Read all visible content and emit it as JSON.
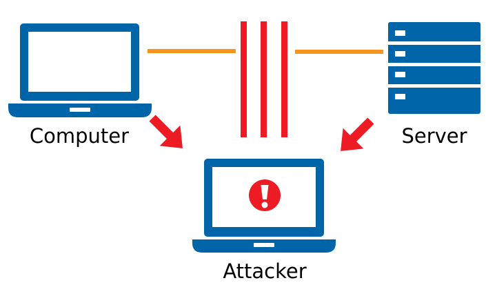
{
  "labels": {
    "computer": "Computer",
    "server": "Server",
    "attacker": "Attacker"
  },
  "icons": {
    "computer": "laptop-icon",
    "server": "server-rack-icon",
    "attacker": "laptop-alert-icon",
    "alert": "exclamation-circle-icon",
    "barrier": "interception-bars",
    "arrows": "arrow-icon"
  },
  "colors": {
    "device_blue": "#0065A8",
    "connection_orange": "#F7941D",
    "attack_red": "#ED1C24",
    "alert_red": "#ED1C24",
    "screen_white": "#FFFFFF",
    "label_text": "#000000"
  }
}
